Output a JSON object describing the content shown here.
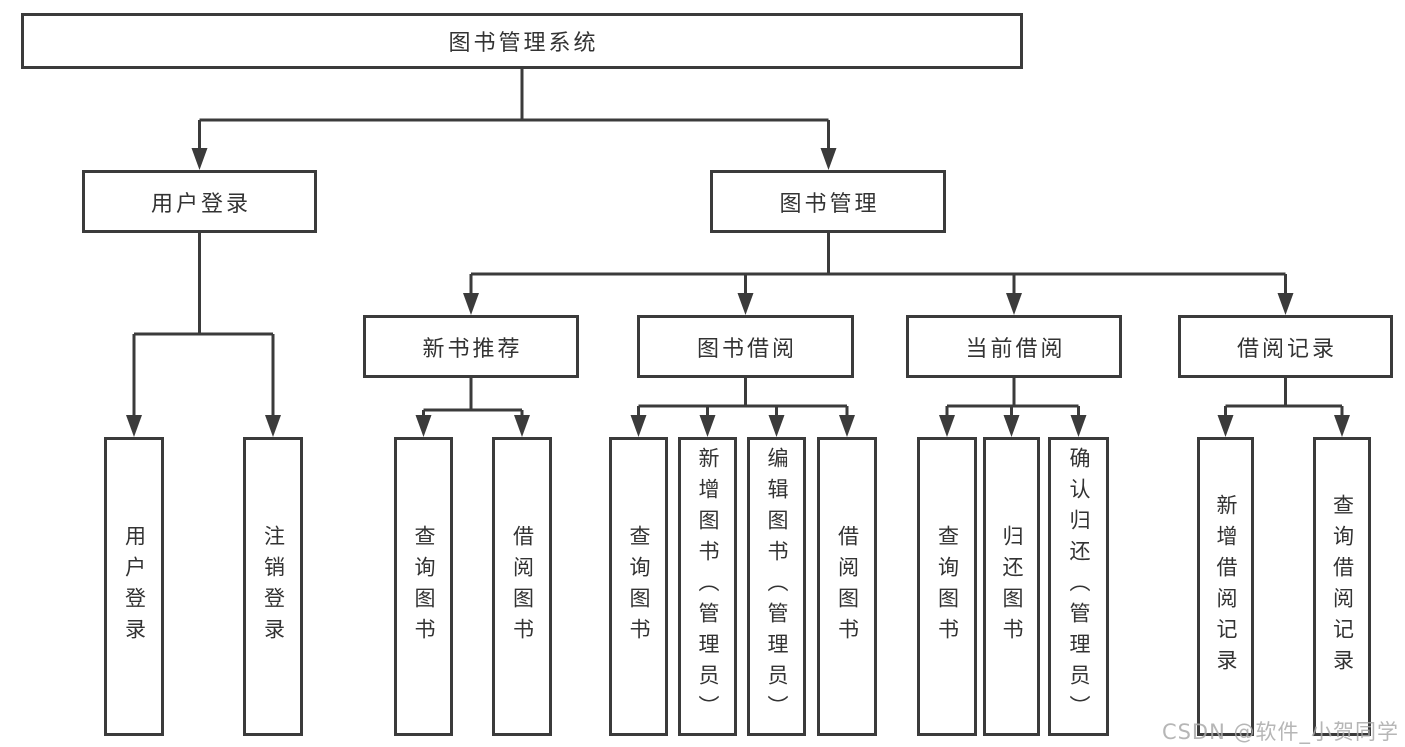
{
  "diagram": {
    "root": "图书管理系统",
    "level2": [
      {
        "label": "用户登录",
        "children": [
          "用户登录",
          "注销登录"
        ]
      },
      {
        "label": "图书管理",
        "children": [
          {
            "label": "新书推荐",
            "children": [
              "查询图书",
              "借阅图书"
            ]
          },
          {
            "label": "图书借阅",
            "children": [
              "查询图书",
              "新增图书（管理员）",
              "编辑图书（管理员）",
              "借阅图书"
            ]
          },
          {
            "label": "当前借阅",
            "children": [
              "查询图书",
              "归还图书",
              "确认归还（管理员）"
            ]
          },
          {
            "label": "借阅记录",
            "children": [
              "新增借阅记录",
              "查询借阅记录"
            ]
          }
        ]
      }
    ]
  },
  "watermark": "CSDN @软件_小贺同学",
  "colors": {
    "line": "#3b3b3b",
    "text": "#333333",
    "watermark": "#aaaaaa",
    "background": "#ffffff"
  }
}
